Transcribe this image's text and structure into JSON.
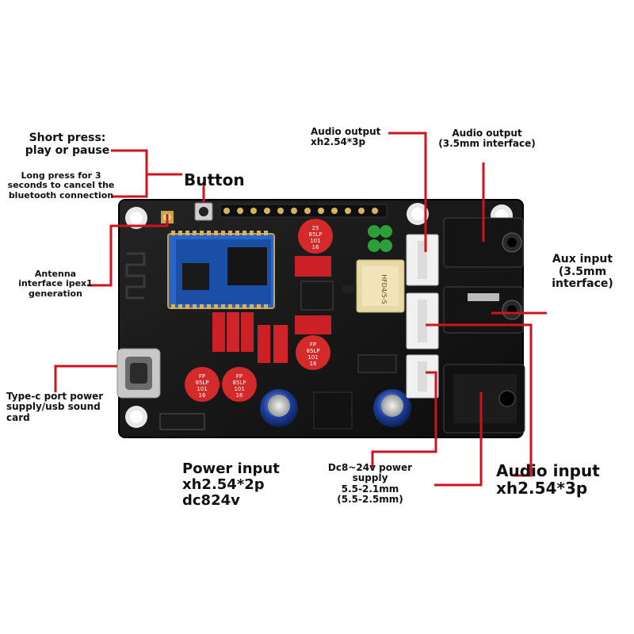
{
  "labels": {
    "short_press": "Short press:\nplay or pause",
    "long_press": "Long press for 3\nseconds to cancel the\nbluetooth connection",
    "button": "Button",
    "antenna": "Antenna\ninterface ipex1\ngeneration",
    "typec": "Type-c port power\nsupply/usb sound\ncard",
    "audio_out_xh": "Audio output\nxh2.54*3p",
    "audio_out_35": "Audio output\n(3.5mm interface)",
    "aux_input": "Aux input\n(3.5mm\ninterface)",
    "power_input": "Power input\nxh2.54*2p\ndc824v",
    "dc_power": "Dc8~24v power\nsupply\n5.5-2.1mm\n(5.5-2.5mm)",
    "audio_input": "Audio input\nxh2.54*3p"
  },
  "components": {
    "cap_top_1": "25\n85LP\n101\n16",
    "cap_top_2": "FP\n85LP\n101\n16",
    "cap_bot_1": "FP\n85LP\n101\n16",
    "cap_bot_2": "FP\n85LP\n101\n16",
    "relay": "HFD4/5-S"
  },
  "colors": {
    "callout": "#d0121f",
    "pcb": "#161616",
    "text": "#111111"
  }
}
